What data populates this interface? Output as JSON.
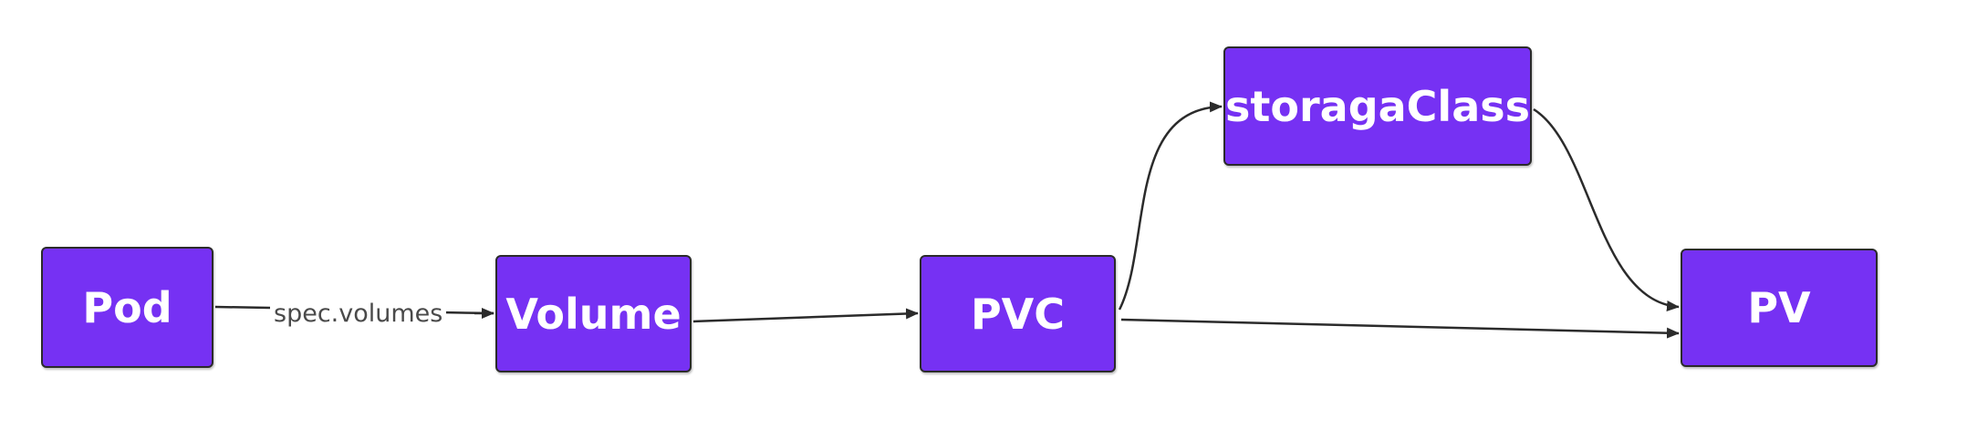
{
  "diagram": {
    "nodes": {
      "pod": "Pod",
      "volume": "Volume",
      "pvc": "PVC",
      "storage_class": "storagaClass",
      "pv": "PV"
    },
    "edges": [
      {
        "from": "Pod",
        "to": "Volume",
        "label": "spec.volumes"
      },
      {
        "from": "Volume",
        "to": "PVC"
      },
      {
        "from": "PVC",
        "to": "storagaClass"
      },
      {
        "from": "storagaClass",
        "to": "PV"
      },
      {
        "from": "PVC",
        "to": "PV"
      }
    ],
    "colors": {
      "node_fill": "#7631f3",
      "node_border": "#2b2b2b",
      "node_text": "#ffffff",
      "edge": "#2b2b2b",
      "label_text": "#4a4a4a"
    }
  }
}
